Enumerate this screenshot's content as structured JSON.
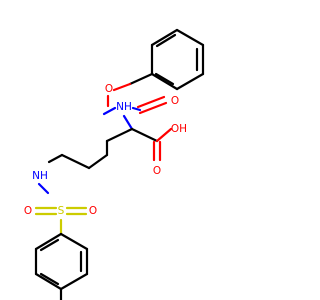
{
  "colors": {
    "bond": "#000000",
    "oxygen": "#ff0000",
    "nitrogen": "#0000ff",
    "sulfur": "#cccc00",
    "background": "#ffffff"
  },
  "atoms": {
    "ester_o": "O",
    "carbamate_nh": "NH",
    "carbonyl_o": "O",
    "oh": "OH",
    "acid_o": "O",
    "sulfonamide_nh": "NH",
    "sulfonyl_o_left": "O",
    "s": "S",
    "sulfonyl_o_right": "O"
  }
}
